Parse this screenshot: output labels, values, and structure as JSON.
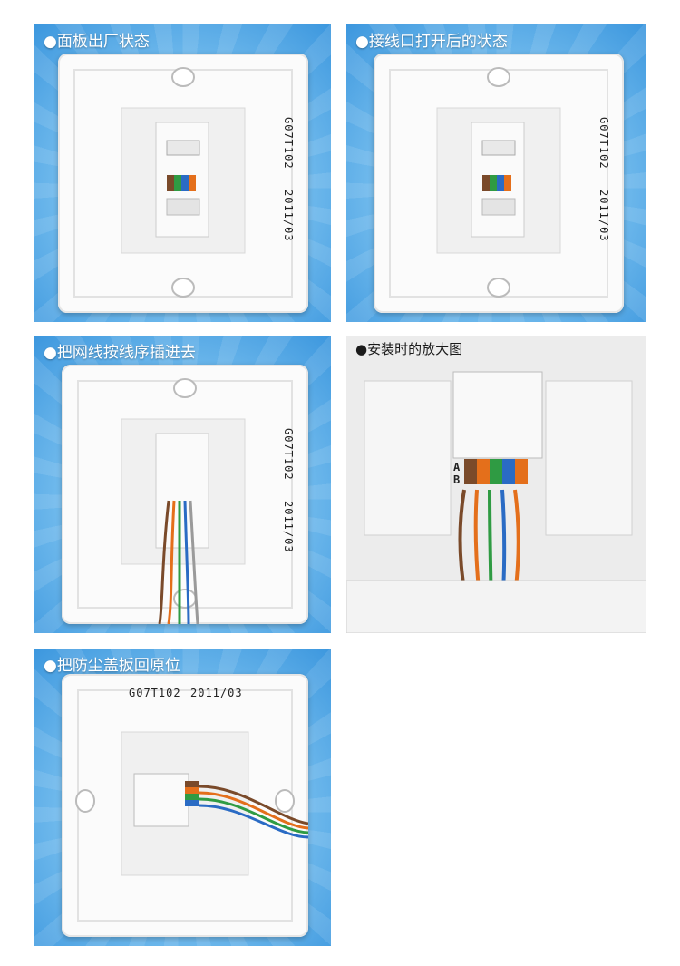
{
  "panels": [
    {
      "title": "●面板出厂状态",
      "model": "G07T102",
      "date": "2011/03"
    },
    {
      "title": "●接线口打开后的状态",
      "model": "G07T102",
      "date": "2011/03"
    },
    {
      "title": "●把网线按线序插进去",
      "model": "G07T102",
      "date": "2011/03"
    },
    {
      "title": "●安装时的放大图",
      "row_a": "A",
      "row_b": "B"
    },
    {
      "title": "●把防尘盖扳回原位",
      "model": "G07T102",
      "date": "2011/03"
    }
  ],
  "colors": {
    "blue_bg": "#3c97de",
    "wire_brown": "#7a4a2a",
    "wire_orange": "#e46f1b",
    "wire_green": "#2f9b43",
    "wire_blue": "#2a6bc4"
  }
}
